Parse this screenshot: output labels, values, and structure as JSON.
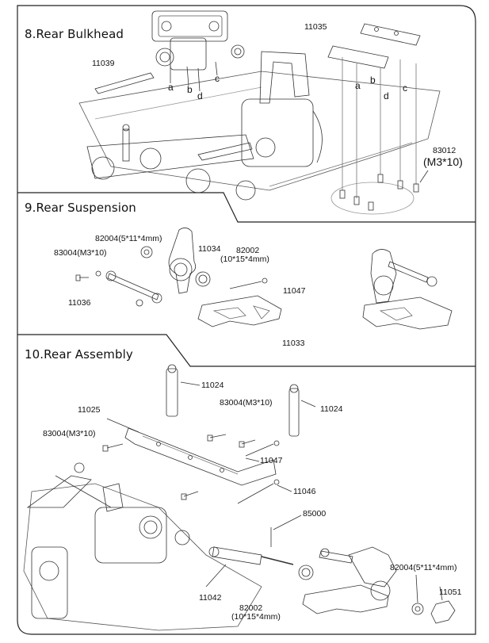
{
  "sections": [
    {
      "title": "8.Rear Bulkhead"
    },
    {
      "title": "9.Rear Suspension"
    },
    {
      "title": "10.Rear Assembly"
    }
  ],
  "s8": {
    "p11039": "11039",
    "p11035": "11035",
    "p83012": "83012",
    "p83012_size": "(M3*10)",
    "letters": [
      "a",
      "b",
      "d",
      "c"
    ],
    "letters_right": [
      "a",
      "b",
      "d",
      "c"
    ]
  },
  "s9": {
    "p82004": "82004(5*11*4mm)",
    "p11034": "11034",
    "p83004": "83004(M3*10)",
    "p82002": "82002",
    "p82002_size": "(10*15*4mm)",
    "p11036": "11036",
    "p11047": "11047",
    "p11033": "11033"
  },
  "s10": {
    "p11024a": "11024",
    "p11025": "11025",
    "p83004a": "83004(M3*10)",
    "p11024b": "11024",
    "p83004b": "83004(M3*10)",
    "p11047": "11047",
    "p11046": "11046",
    "p85000": "85000",
    "p82004": "82004(5*11*4mm)",
    "p11042": "11042",
    "p82002": "82002",
    "p82002_size": "(10*15*4mm)",
    "p11051": "11051"
  }
}
